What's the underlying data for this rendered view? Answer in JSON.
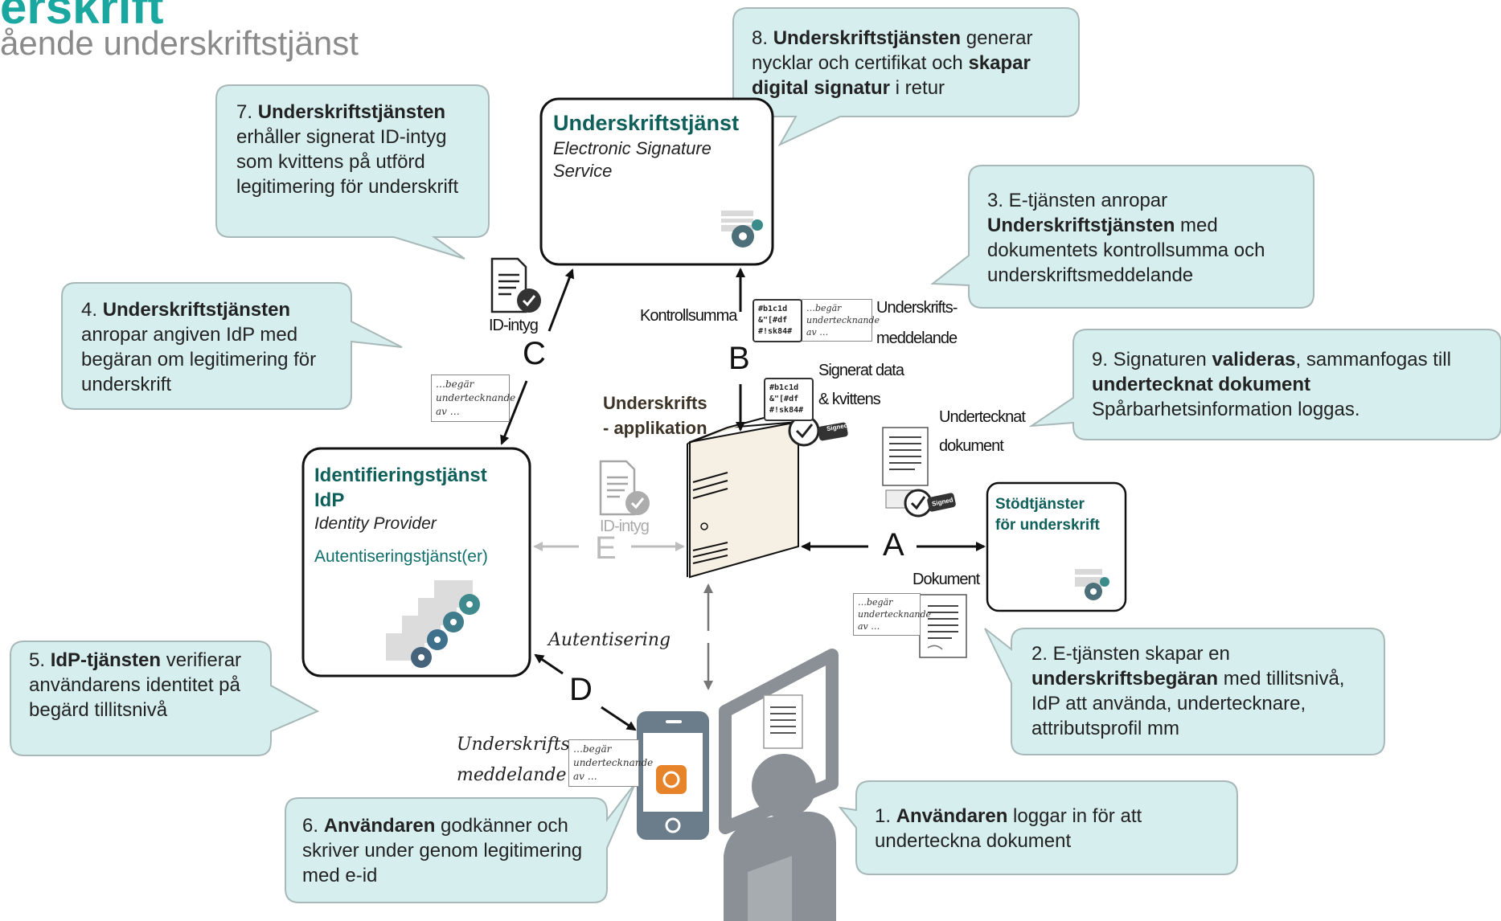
{
  "header": {
    "title": "erskrift",
    "subtitle": "ående underskriftstjänst"
  },
  "nodes": {
    "signature_service": {
      "title": "Underskriftstjänst",
      "subtitle": "Electronic Signature Service"
    },
    "idp": {
      "title_line1": "Identifieringstjänst",
      "title_line2": "IdP",
      "subtitle": "Identity Provider",
      "auth": "Autentiseringstjänst(er)"
    },
    "application": {
      "label": "Underskrifts - applikation"
    },
    "support": {
      "title_line1": "Stödtjänster",
      "title_line2": "för underskrift"
    }
  },
  "callouts": [
    {
      "id": 1,
      "parts": [
        [
          "1. ",
          false
        ],
        [
          "Användaren",
          true
        ],
        [
          " loggar in för att underteckna dokument",
          false
        ]
      ]
    },
    {
      "id": 2,
      "parts": [
        [
          "2.  E-tjänsten skapar en ",
          false
        ],
        [
          "underskriftsbegäran",
          true
        ],
        [
          " med tillitsnivå, IdP att använda, undertecknare, attributsprofil mm",
          false
        ]
      ]
    },
    {
      "id": 3,
      "parts": [
        [
          "3. E-tjänsten anropar ",
          false
        ],
        [
          "Underskriftstjänsten",
          true
        ],
        [
          " med dokumentets kontrollsumma och underskriftsmeddelande",
          false
        ]
      ]
    },
    {
      "id": 4,
      "parts": [
        [
          "4. ",
          false
        ],
        [
          "Underskriftstjänsten",
          true
        ],
        [
          " anropar angiven IdP med begäran om legitimering för underskrift",
          false
        ]
      ]
    },
    {
      "id": 5,
      "parts": [
        [
          "5. ",
          false
        ],
        [
          "IdP-tjänsten",
          true
        ],
        [
          " verifierar användarens identitet på begärd tillitsnivå",
          false
        ]
      ]
    },
    {
      "id": 6,
      "parts": [
        [
          "6. ",
          false
        ],
        [
          "Användaren",
          true
        ],
        [
          " godkänner och skriver under genom legitimering med e-id",
          false
        ]
      ]
    },
    {
      "id": 7,
      "parts": [
        [
          "7. ",
          false
        ],
        [
          "Underskriftstjänsten",
          true
        ],
        [
          " erhåller signerat ID-intyg som kvittens på utförd legitimering för underskrift",
          false
        ]
      ]
    },
    {
      "id": 8,
      "parts": [
        [
          "8. ",
          false
        ],
        [
          "Underskriftstjänsten",
          true
        ],
        [
          " generar nycklar och certifikat och ",
          false
        ],
        [
          "skapar digital signatur",
          true
        ],
        [
          " i retur",
          false
        ]
      ]
    },
    {
      "id": 9,
      "parts": [
        [
          "9. Signaturen ",
          false
        ],
        [
          "valideras",
          true
        ],
        [
          ", sammanfogas till ",
          false
        ],
        [
          "undertecknat dokument",
          true
        ],
        [
          " Spårbarhetsinformation loggas.",
          false
        ]
      ]
    }
  ],
  "labels": {
    "kontrollsumma": "Kontrollsumma",
    "underskrifts_meddelande_1": "Underskrifts-",
    "underskrifts_meddelande_2": "meddelande",
    "signerat_data_1": "Signerat data",
    "signerat_data_2": "& kvittens",
    "undertecknat_1": "Undertecknat",
    "undertecknat_2": "dokument",
    "dokument": "Dokument",
    "id_intyg_top": "ID-intyg",
    "id_intyg_mid": "ID-intyg",
    "autentisering": "Autentisering",
    "phone_msg_1": "Underskrifts-",
    "phone_msg_2": "meddelande",
    "request_note": "…begär\nundertecknande\nav …",
    "hash": "#b1c1d\n&\"[#df\n#!sk84#",
    "signed_stamp": "Signed"
  },
  "letters": {
    "A": "A",
    "B": "B",
    "C": "C",
    "D": "D",
    "E": "E"
  },
  "colors": {
    "teal_title": "#1aa7a0",
    "callout_fill": "#d6eeee",
    "callout_stroke": "#a8b8b8",
    "box_title": "#0f5f5a",
    "grey_icon": "#8a9096"
  }
}
